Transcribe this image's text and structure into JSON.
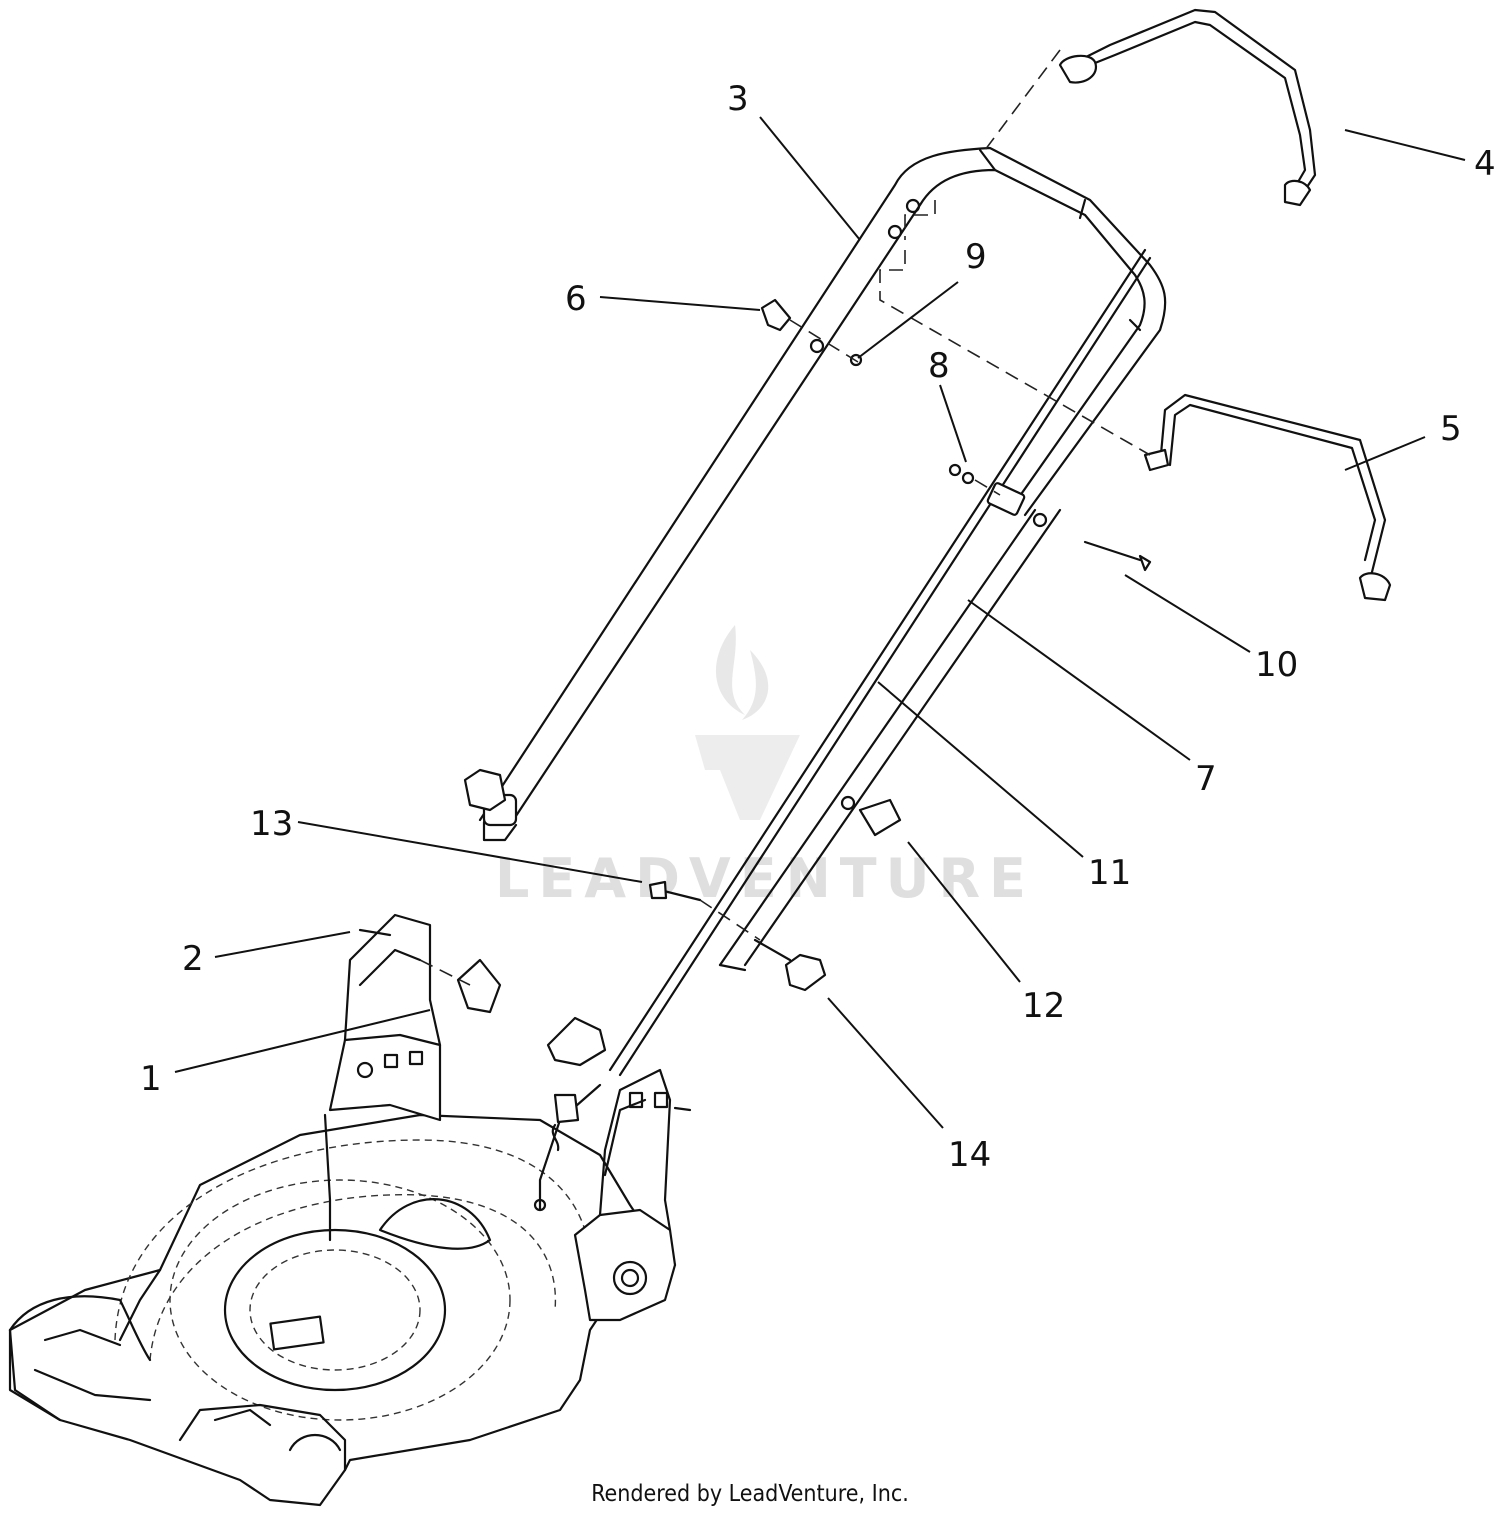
{
  "diagram": {
    "watermark_text": "LEADVENTURE",
    "credit": "Rendered by LeadVenture, Inc.",
    "callouts": [
      "1",
      "2",
      "3",
      "4",
      "5",
      "6",
      "7",
      "8",
      "9",
      "10",
      "11",
      "12",
      "13",
      "14"
    ]
  }
}
